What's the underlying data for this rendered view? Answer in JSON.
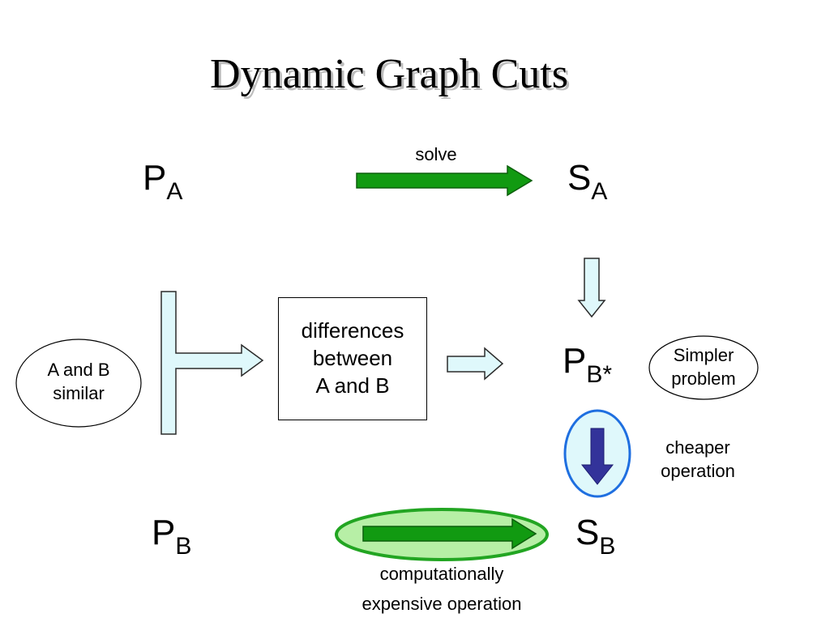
{
  "title": "Dynamic Graph Cuts",
  "nodes": {
    "pa": {
      "main": "P",
      "sub": "A"
    },
    "sa": {
      "main": "S",
      "sub": "A"
    },
    "pbstar": {
      "main": "P",
      "sub": "B*"
    },
    "pb": {
      "main": "P",
      "sub": "B"
    },
    "sb": {
      "main": "S",
      "sub": "B"
    }
  },
  "labels": {
    "solve": "solve",
    "similar_line1": "A and B",
    "similar_line2": "similar",
    "diff_line1": "differences",
    "diff_line2": "between",
    "diff_line3": "A and B",
    "simpler_line1": "Simpler",
    "simpler_line2": "problem",
    "cheaper_line1": "cheaper",
    "cheaper_line2": "operation",
    "expensive_line1": "computationally",
    "expensive_line2": "expensive operation"
  },
  "colors": {
    "green_arrow": "#119a11",
    "light_arrow_fill": "#dff8fb",
    "blue_arrow": "#33339a",
    "blue_ellipse": "#1f6fe0",
    "blue_ellipse_fill": "#dff8fb",
    "green_ellipse": "#22a522",
    "green_ellipse_fill": "#b7efa6"
  }
}
